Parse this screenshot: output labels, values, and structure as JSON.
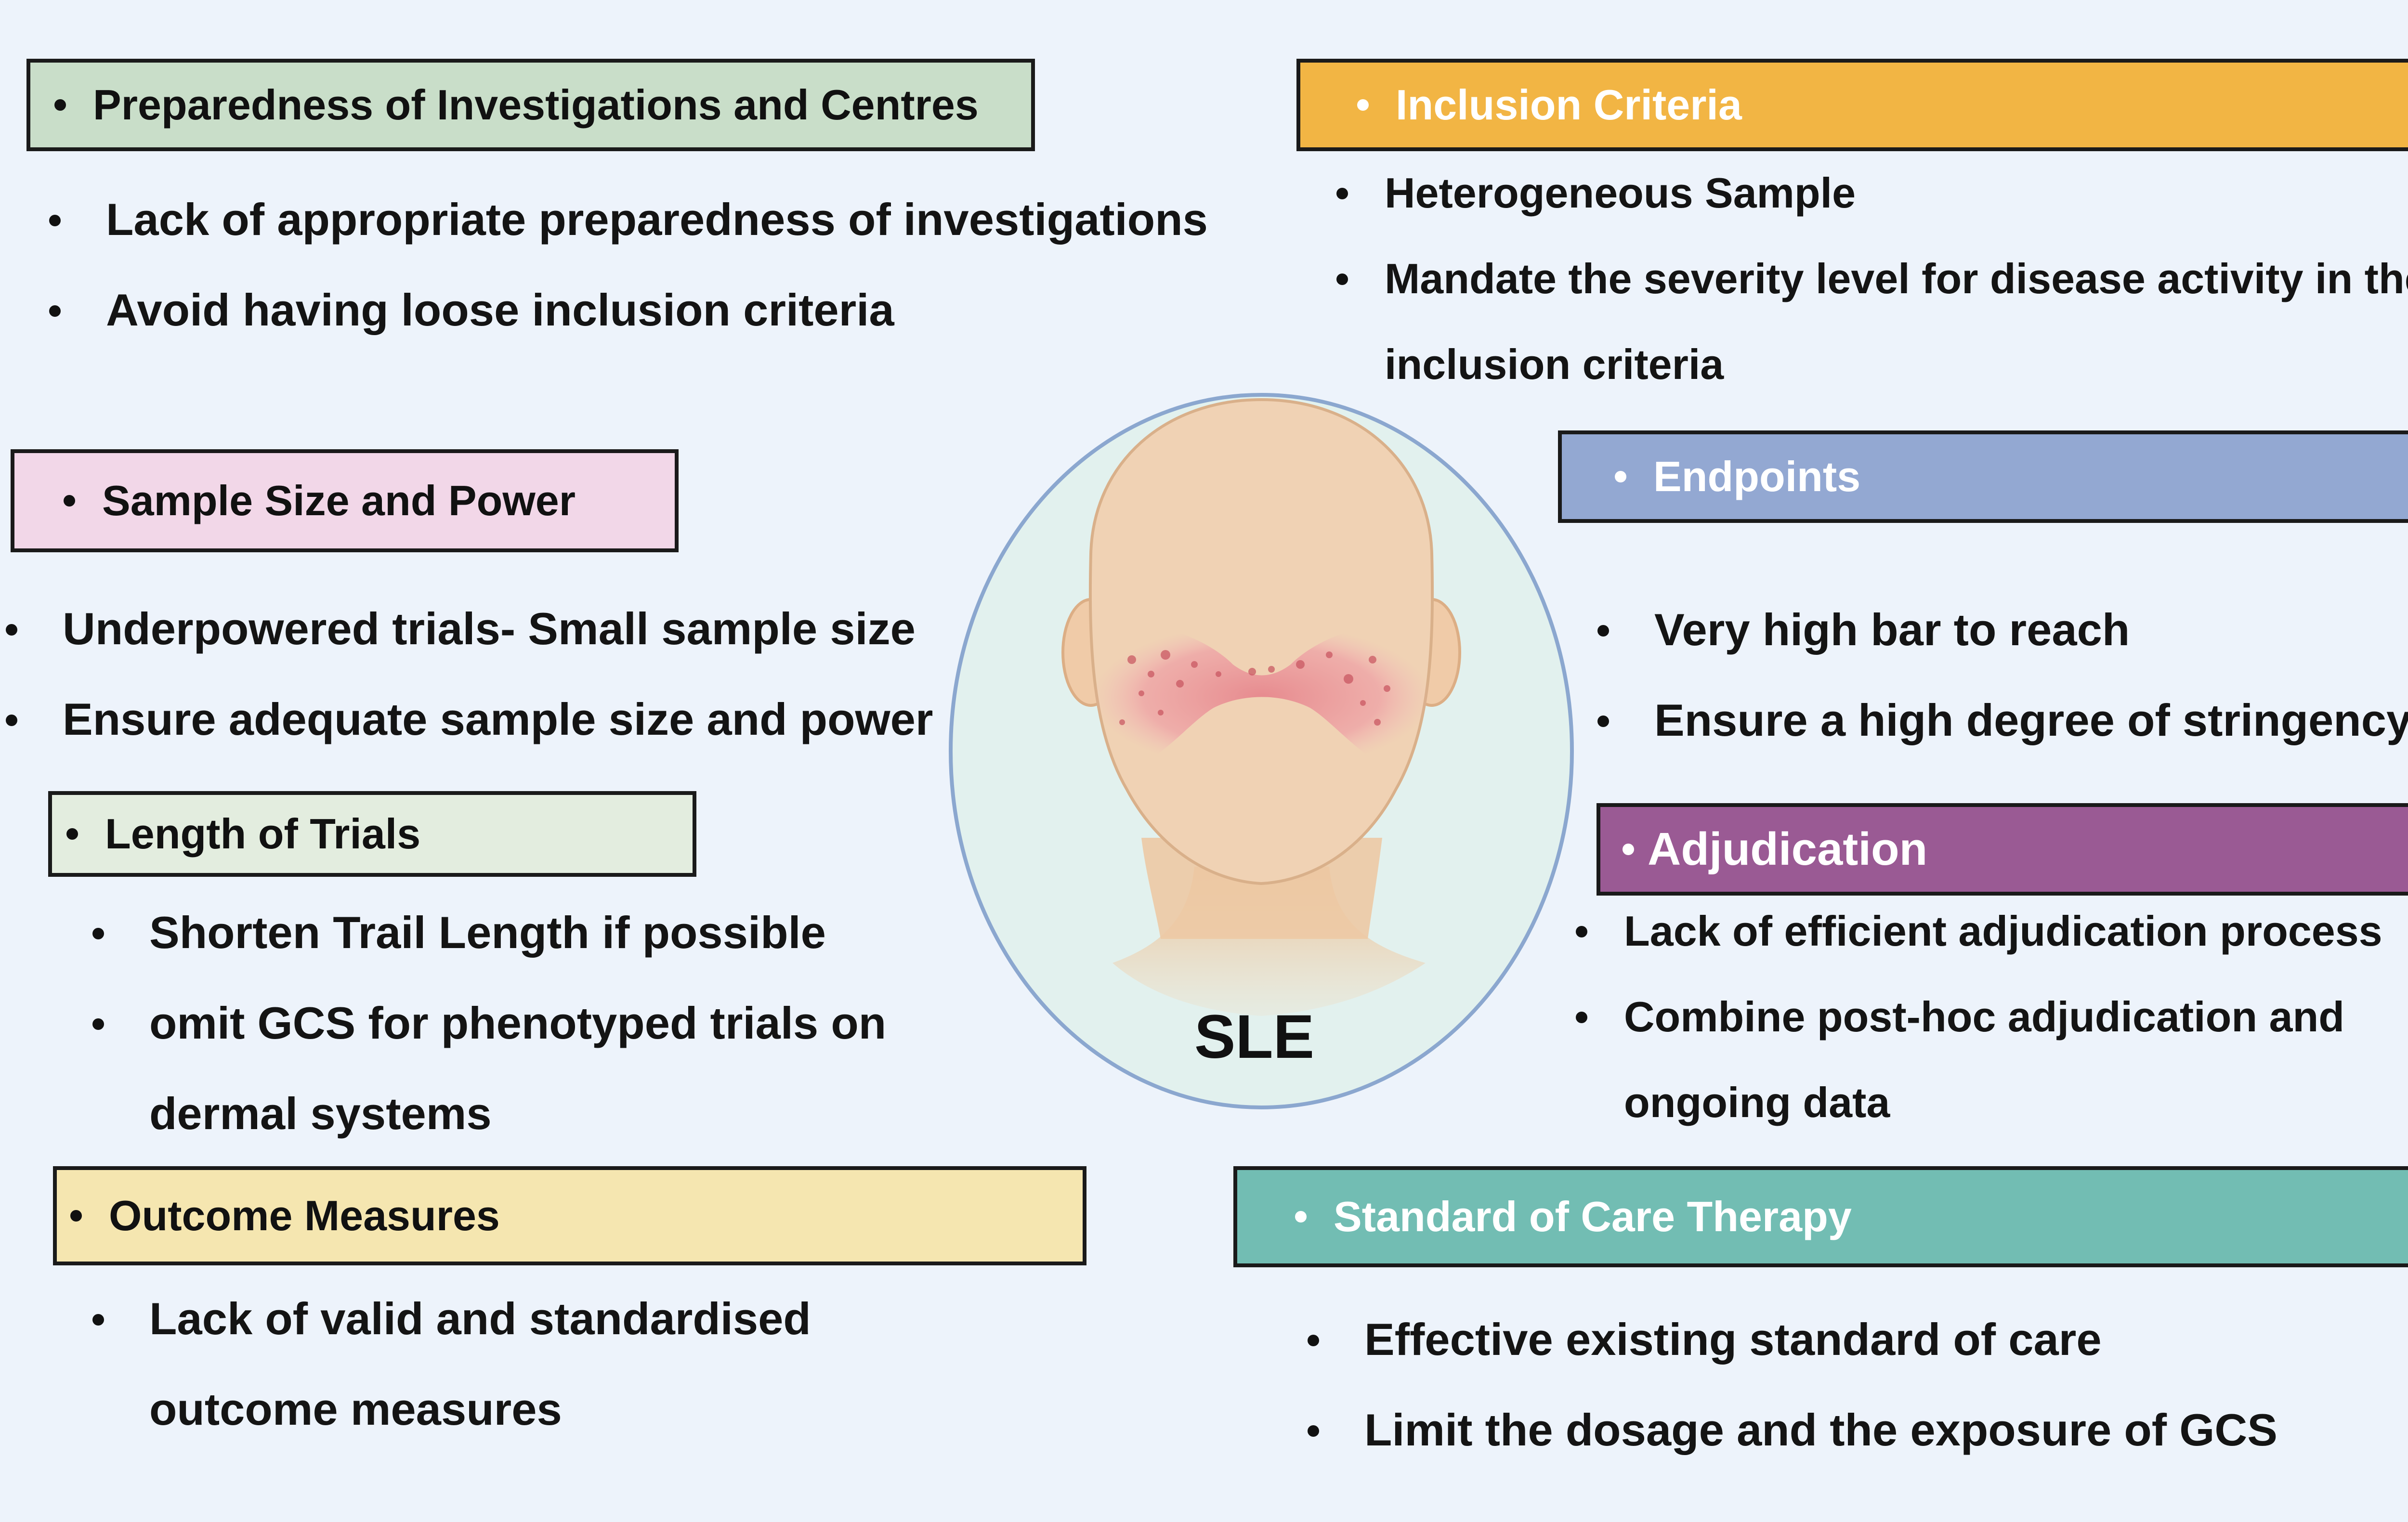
{
  "center": {
    "label": "SLE"
  },
  "sections": {
    "preparedness": {
      "title": "Preparedness of Investigations and Centres",
      "color": "#c9dec9",
      "bullets": [
        "Lack of appropriate preparedness of investigations",
        "Avoid having loose inclusion criteria"
      ]
    },
    "sample_size": {
      "title": "Sample Size and Power",
      "color": "#f2d7e8",
      "bullets": [
        "Underpowered trials- Small sample size",
        "Ensure adequate sample size and power"
      ]
    },
    "length": {
      "title": "Length of Trials",
      "color": "#e3eddf",
      "bullets": [
        "Shorten Trail Length if possible",
        "omit GCS for phenotyped trials on",
        "dermal systems"
      ]
    },
    "outcome": {
      "title": "Outcome Measures",
      "color": "#f5e6b0",
      "bullets": [
        "Lack of valid and standardised",
        "outcome measures"
      ]
    },
    "inclusion": {
      "title": "Inclusion Criteria",
      "color": "#f2b544",
      "bullets": [
        "Heterogeneous Sample",
        "Mandate the severity level for disease activity in the",
        "inclusion criteria"
      ]
    },
    "endpoints": {
      "title": "Endpoints",
      "color": "#93a8d2",
      "bullets": [
        "Very high bar to reach",
        "Ensure a high degree of stringency"
      ]
    },
    "adjudication": {
      "title": "Adjudication",
      "color": "#9a5a94",
      "bullets": [
        "Lack of efficient adjudication process",
        "Combine post-hoc adjudication and",
        "ongoing data"
      ]
    },
    "standard_care": {
      "title": "Standard of Care Therapy",
      "color": "#72bdb3",
      "bullets": [
        "Effective existing standard of care",
        "Limit the dosage and the exposure of GCS"
      ]
    }
  }
}
